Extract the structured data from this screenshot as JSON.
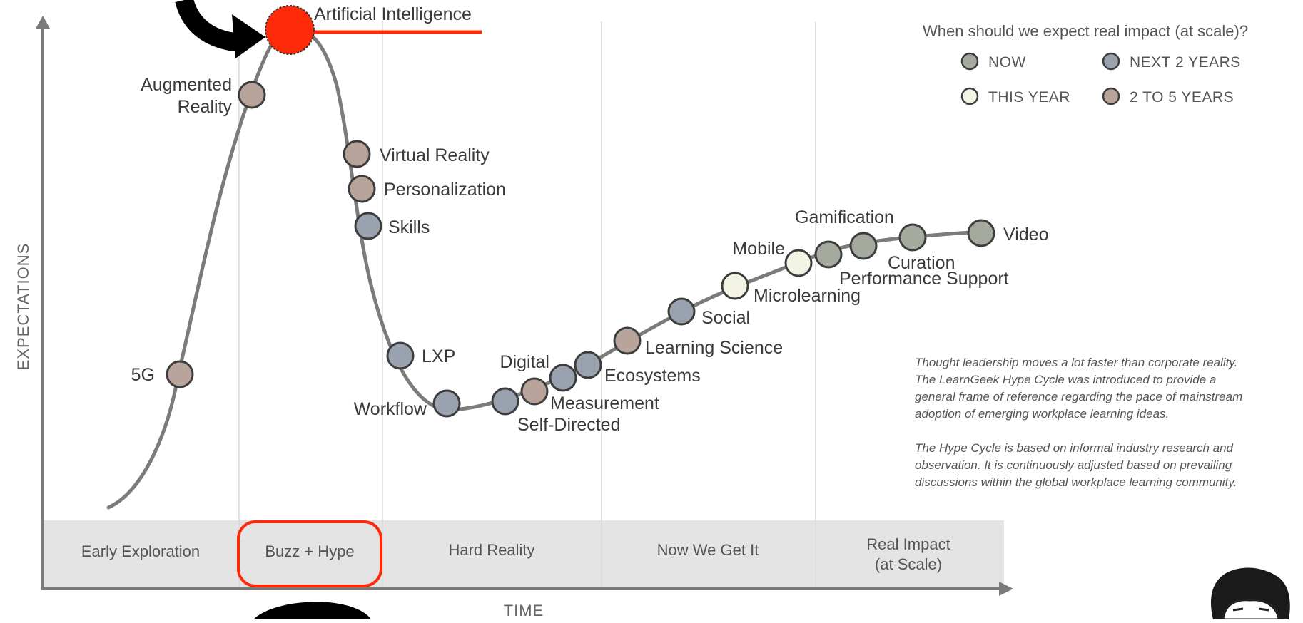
{
  "diagram": {
    "y_axis_label": "EXPECTATIONS",
    "x_axis_label": "TIME",
    "highlight_label": "Artificial Intelligence",
    "highlight_color": "#ff2a0a",
    "phases": [
      {
        "id": "early",
        "label": "Early Exploration"
      },
      {
        "id": "buzz",
        "label": "Buzz + Hype",
        "highlighted": true
      },
      {
        "id": "hard",
        "label": "Hard Reality"
      },
      {
        "id": "now",
        "label": "Now We Get It"
      },
      {
        "id": "real1",
        "label": "Real Impact"
      },
      {
        "id": "real2",
        "label": "(at Scale)"
      }
    ],
    "legend": {
      "title": "When should we expect real impact (at scale)?",
      "items": [
        {
          "key": "now",
          "label": "NOW",
          "color": "#a5aa9f"
        },
        {
          "key": "next2",
          "label": "NEXT 2 YEARS",
          "color": "#9aa2b0"
        },
        {
          "key": "thisyear",
          "label": "THIS YEAR",
          "color": "#f3f4e4"
        },
        {
          "key": "2to5",
          "label": "2 TO 5 YEARS",
          "color": "#b9a49b"
        }
      ]
    },
    "items": [
      {
        "label": "5G",
        "impact": "2to5"
      },
      {
        "label": "Augmented",
        "label2": "Reality",
        "impact": "2to5"
      },
      {
        "label": "Virtual Reality",
        "impact": "2to5"
      },
      {
        "label": "Personalization",
        "impact": "2to5"
      },
      {
        "label": "Skills",
        "impact": "next2"
      },
      {
        "label": "LXP",
        "impact": "next2"
      },
      {
        "label": "Workflow",
        "impact": "next2"
      },
      {
        "label": "Self-Directed",
        "impact": "next2"
      },
      {
        "label": "Measurement",
        "impact": "2to5"
      },
      {
        "label": "Digital",
        "impact": "next2"
      },
      {
        "label": "Ecosystems",
        "impact": "next2"
      },
      {
        "label": "Learning Science",
        "impact": "2to5"
      },
      {
        "label": "Social",
        "impact": "next2"
      },
      {
        "label": "Microlearning",
        "impact": "thisyear"
      },
      {
        "label": "Mobile",
        "impact": "thisyear"
      },
      {
        "label": "Performance Support",
        "impact": "now"
      },
      {
        "label": "Gamification",
        "impact": "now"
      },
      {
        "label": "Curation",
        "impact": "now"
      },
      {
        "label": "Video",
        "impact": "now"
      }
    ],
    "note": {
      "p1": [
        "Thought leadership moves a lot faster than corporate reality.",
        "The LearnGeek Hype Cycle was introduced to provide a",
        "general frame of reference regarding the pace of mainstream",
        "adoption of emerging workplace learning ideas."
      ],
      "p2": [
        "The Hype Cycle is based on informal industry research and",
        "observation. It is continuously adjusted based on prevailing",
        "discussions within the global workplace learning community."
      ]
    }
  }
}
